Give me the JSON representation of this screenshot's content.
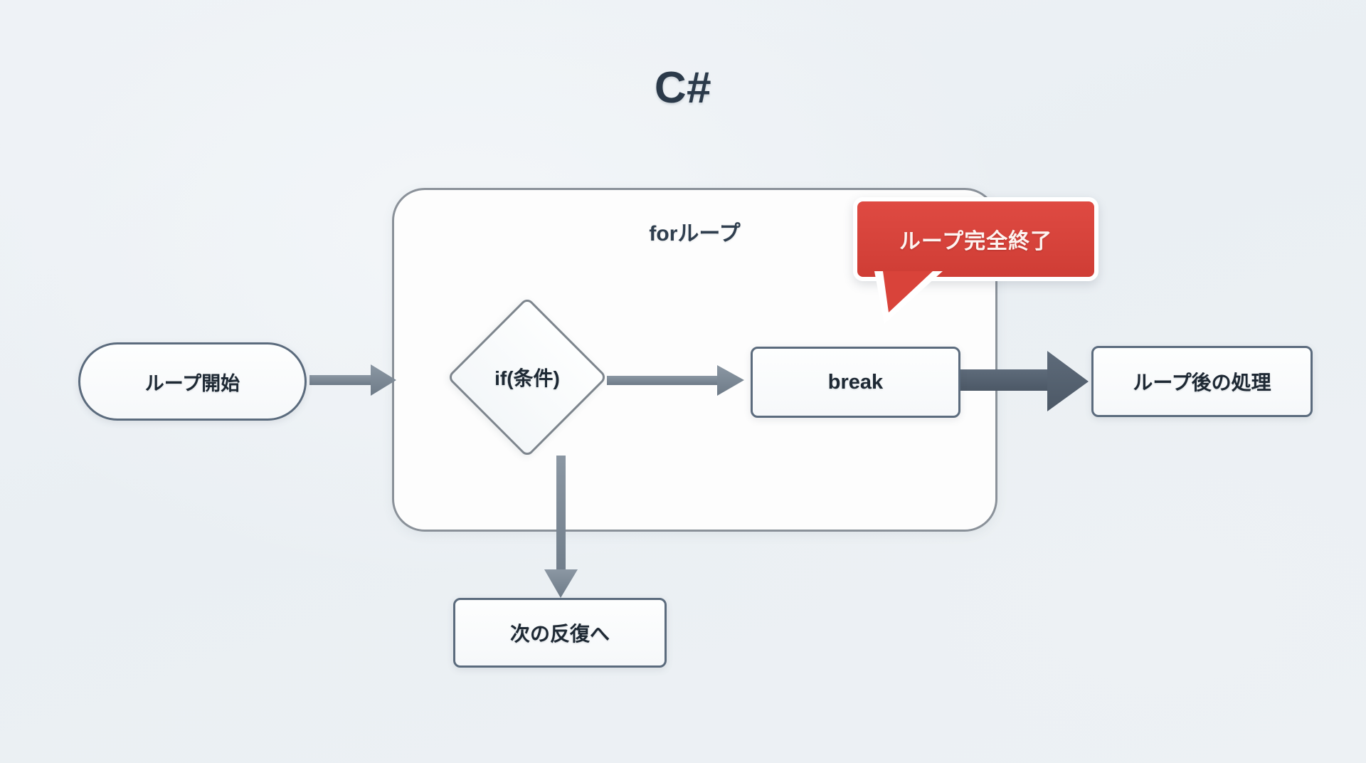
{
  "title": "C#",
  "loop": {
    "label": "forループ"
  },
  "nodes": {
    "start": "ループ開始",
    "decision": "if(条件)",
    "break": "break",
    "after": "ループ後の処理",
    "next": "次の反復へ"
  },
  "callout": {
    "text": "ループ完全終了"
  },
  "colors": {
    "background": "#eef1f5",
    "title": "#2b3a4a",
    "container_border": "#8a9199",
    "node_border": "#5b6b7d",
    "node_fill": "#fdfefe",
    "diamond_border": "#7d858d",
    "arrow_light": "#7f8b97",
    "arrow_dark": "#576574",
    "callout_red": "#d9453c",
    "callout_outline": "#ffffff",
    "text": "#1e2934"
  },
  "edges": [
    {
      "name": "start-to-loop",
      "from": "start",
      "to": "loop-container",
      "style": "light"
    },
    {
      "name": "decision-to-break",
      "from": "decision",
      "to": "break",
      "style": "light"
    },
    {
      "name": "break-to-after",
      "from": "break",
      "to": "after",
      "style": "dark-thick"
    },
    {
      "name": "decision-to-next",
      "from": "decision",
      "to": "next",
      "style": "light"
    }
  ]
}
